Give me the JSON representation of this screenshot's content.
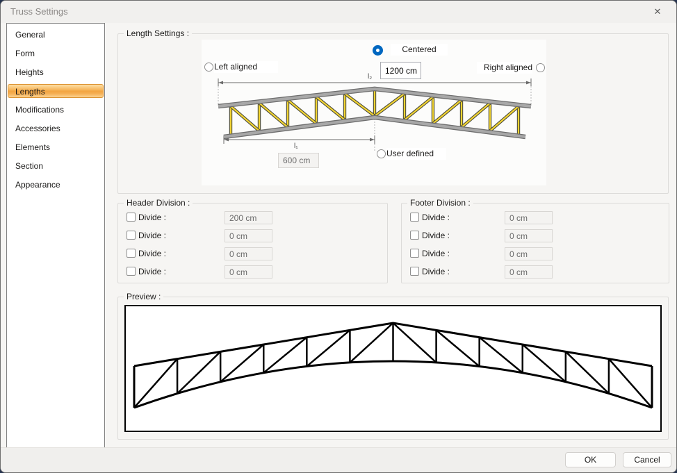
{
  "window": {
    "title": "Truss Settings",
    "close_icon": "✕"
  },
  "sidebar": {
    "selected_index": 3,
    "items": [
      {
        "label": "General"
      },
      {
        "label": "Form"
      },
      {
        "label": "Heights"
      },
      {
        "label": "Lengths"
      },
      {
        "label": "Modifications"
      },
      {
        "label": "Accessories"
      },
      {
        "label": "Elements"
      },
      {
        "label": "Section"
      },
      {
        "label": "Appearance"
      }
    ]
  },
  "length_settings": {
    "title": "Length Settings :",
    "radio_centered": {
      "label": "Centered",
      "selected": true
    },
    "radio_left": {
      "label": "Left aligned",
      "selected": false
    },
    "radio_right": {
      "label": "Right aligned",
      "selected": false
    },
    "radio_user": {
      "label": "User defined",
      "selected": false
    },
    "total_length_value": "1200 cm",
    "half_length_value": "600 cm",
    "dim_top_label": "l₂",
    "dim_bottom_label": "l₁"
  },
  "header_division": {
    "title": "Header Division :",
    "rows": [
      {
        "label": "Divide :",
        "checked": false,
        "value": "200 cm"
      },
      {
        "label": "Divide :",
        "checked": false,
        "value": "0 cm"
      },
      {
        "label": "Divide :",
        "checked": false,
        "value": "0 cm"
      },
      {
        "label": "Divide :",
        "checked": false,
        "value": "0 cm"
      }
    ]
  },
  "footer_division": {
    "title": "Footer Division :",
    "rows": [
      {
        "label": "Divide :",
        "checked": false,
        "value": "0 cm"
      },
      {
        "label": "Divide :",
        "checked": false,
        "value": "0 cm"
      },
      {
        "label": "Divide :",
        "checked": false,
        "value": "0 cm"
      },
      {
        "label": "Divide :",
        "checked": false,
        "value": "0 cm"
      }
    ]
  },
  "preview": {
    "title": "Preview :"
  },
  "footer": {
    "ok_label": "OK",
    "cancel_label": "Cancel"
  },
  "colors": {
    "accent_orange": "#f3a542",
    "accent_orange_border": "#dc9433",
    "radio_blue": "#0067c0",
    "truss_yellow": "#f2d431",
    "truss_gray": "#a8a8a8",
    "truss_gray_edge": "#6e6e6e",
    "preview_stroke": "#000000"
  }
}
